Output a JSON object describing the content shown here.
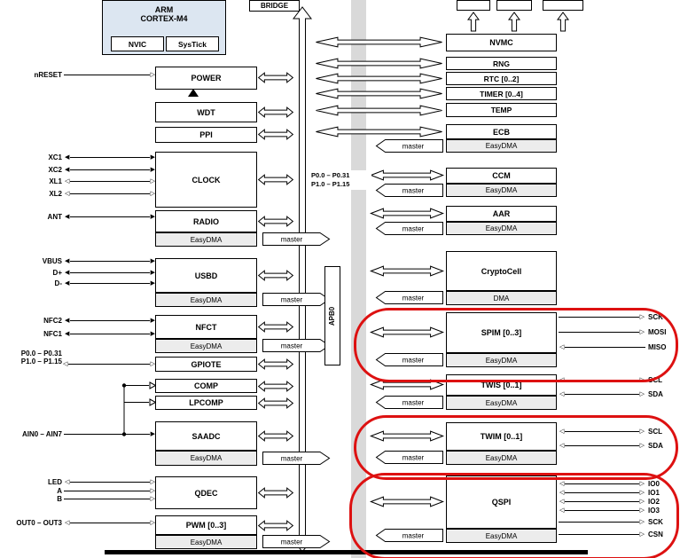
{
  "labels": {
    "easydma": "EasyDMA",
    "master": "master",
    "dma": "DMA"
  },
  "cpu": {
    "line1": "ARM",
    "line2": "CORTEX-M4",
    "nvic": "NVIC",
    "systick": "SysTick"
  },
  "bridge": "BRIDGE",
  "apb0": "APB0",
  "center_ports": {
    "line1": "P0.0 – P0.31",
    "line2": "P1.0 – P1.15"
  },
  "left_blocks": {
    "power": "POWER",
    "wdt": "WDT",
    "ppi": "PPI",
    "clock": "CLOCK",
    "radio": "RADIO",
    "usbd": "USBD",
    "nfct": "NFCT",
    "gpiote": "GPIOTE",
    "comp": "COMP",
    "lpcomp": "LPCOMP",
    "saadc": "SAADC",
    "qdec": "QDEC",
    "pwm": "PWM [0..3]"
  },
  "right_blocks": {
    "nvmc": "NVMC",
    "rng": "RNG",
    "rtc": "RTC [0..2]",
    "timer": "TIMER [0..4]",
    "temp": "TEMP",
    "ecb": "ECB",
    "ccm": "CCM",
    "aar": "AAR",
    "cryptocell": "CryptoCell",
    "spim": "SPIM [0..3]",
    "twis": "TWIS [0..1]",
    "twim": "TWIM [0..1]",
    "qspi": "QSPI"
  },
  "left_signals": {
    "nreset": "nRESET",
    "xc1": "XC1",
    "xc2": "XC2",
    "xl1": "XL1",
    "xl2": "XL2",
    "ant": "ANT",
    "vbus": "VBUS",
    "dp": "D+",
    "dm": "D-",
    "nfc2": "NFC2",
    "nfc1": "NFC1",
    "ports1": "P0.0 – P0.31",
    "ports2": "P1.0 – P1.15",
    "ain": "AIN0 – AIN7",
    "led": "LED",
    "a": "A",
    "b": "B",
    "out": "OUT0 – OUT3"
  },
  "right_signals": {
    "spim": [
      "SCK",
      "MOSI",
      "MISO"
    ],
    "twis": [
      "SCL",
      "SDA"
    ],
    "twim": [
      "SCL",
      "SDA"
    ],
    "qspi": [
      "IO0",
      "IO1",
      "IO2",
      "IO3",
      "SCK",
      "CSN"
    ]
  },
  "colors": {
    "highlight": "#dd1111",
    "cpu_fill": "#dce6f1",
    "dma_fill": "#ececec",
    "bus_fill": "#d9d9d9"
  }
}
